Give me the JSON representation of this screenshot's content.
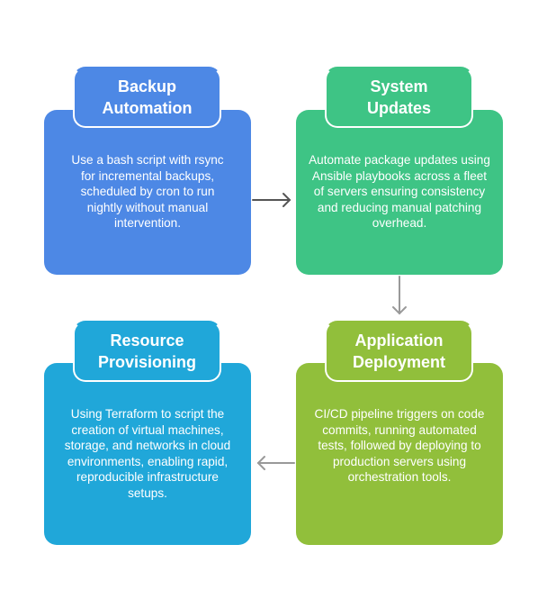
{
  "steps": [
    {
      "title": "Backup Automation",
      "title_lines": [
        "Backup",
        "Automation"
      ],
      "description": "Use a bash script with rsync for incremental backups, scheduled by cron to run nightly without manual intervention.",
      "color": "#4d88e5"
    },
    {
      "title": "System Updates",
      "title_lines": [
        "System",
        "Updates"
      ],
      "description": "Automate package updates using Ansible playbooks across a fleet of servers ensuring consistency and reducing manual patching overhead.",
      "color": "#3ec485"
    },
    {
      "title": "Application Deployment",
      "title_lines": [
        "Application",
        "Deployment"
      ],
      "description": "CI/CD pipeline triggers on code commits, running automated tests, followed by deploying to production servers using orchestration tools.",
      "color": "#91bf3b"
    },
    {
      "title": "Resource Provisioning",
      "title_lines": [
        "Resource",
        "Provisioning"
      ],
      "description": "Using Terraform to script the creation of virtual machines, storage, and networks in cloud environments, enabling rapid, reproducible infrastructure setups.",
      "color": "#20a7d9"
    }
  ],
  "flow": [
    {
      "from": "Backup Automation",
      "to": "System Updates",
      "direction": "right"
    },
    {
      "from": "System Updates",
      "to": "Application Deployment",
      "direction": "down"
    },
    {
      "from": "Application Deployment",
      "to": "Resource Provisioning",
      "direction": "left"
    }
  ],
  "arrow_color": "#666666"
}
